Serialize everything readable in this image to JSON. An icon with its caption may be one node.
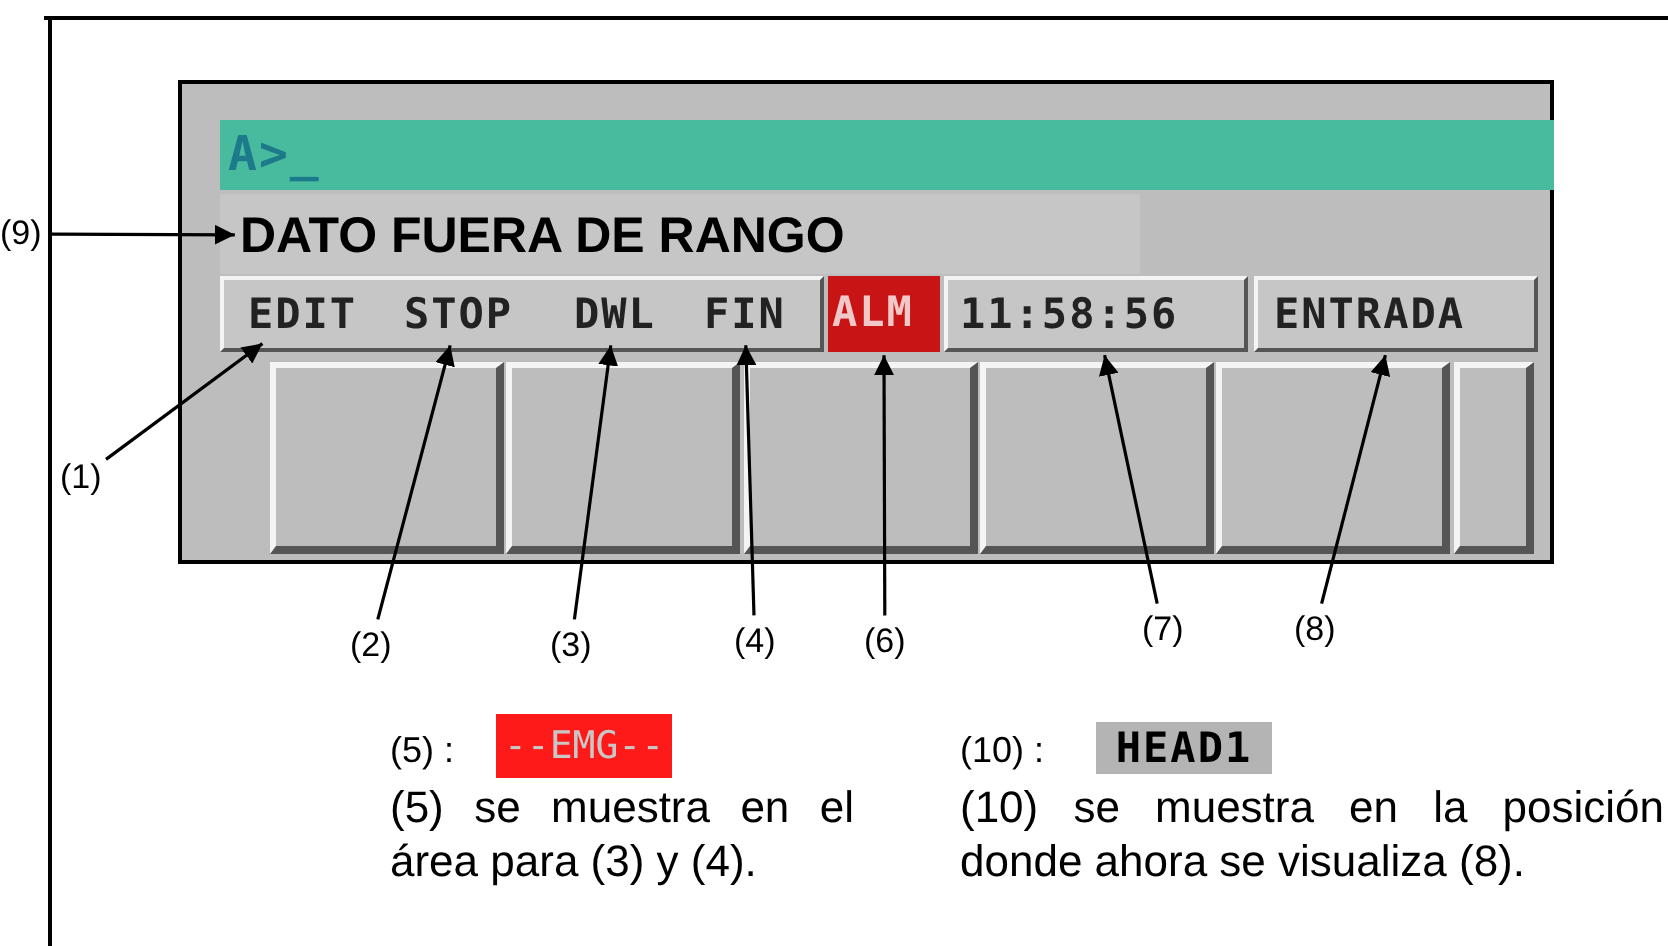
{
  "diagram": {
    "nodes": [
      {
        "text": [
          "(9)"
        ]
      },
      {
        "text": [
          "DATO FUERA DE RANGO"
        ]
      },
      {
        "text": [
          "EDIT"
        ]
      },
      {
        "text": [
          "STOP"
        ]
      },
      {
        "text": [
          "DWL"
        ]
      },
      {
        "text": [
          "FIN"
        ]
      },
      {
        "text": [
          "ALM"
        ]
      },
      {
        "text": [
          "11:58:56"
        ]
      },
      {
        "text": [
          "ENTRADA"
        ]
      },
      {
        "text": [
          "(1)"
        ]
      },
      {
        "text": [
          "(2)"
        ]
      },
      {
        "text": [
          "(3)"
        ]
      },
      {
        "text": [
          "(4)"
        ]
      },
      {
        "text": [
          "(6)"
        ]
      },
      {
        "text": [
          "(7)"
        ]
      },
      {
        "text": [
          "(8)"
        ]
      }
    ],
    "edges": [
      {
        "from": 0,
        "to": 1,
        "arrow": "to"
      },
      {
        "from": 9,
        "to": 2,
        "arrow": "to"
      },
      {
        "from": 10,
        "to": 3,
        "arrow": "to"
      },
      {
        "from": 11,
        "to": 4,
        "arrow": "to"
      },
      {
        "from": 12,
        "to": 5,
        "arrow": "to"
      },
      {
        "from": 13,
        "to": 6,
        "arrow": "to"
      },
      {
        "from": 14,
        "to": 7,
        "arrow": "to"
      },
      {
        "from": 15,
        "to": 8,
        "arrow": "to"
      }
    ],
    "labels": [
      "A>_",
      "(5) :",
      "--EMG--",
      "(5) se muestra en el área para (3) y (4).",
      "(10) :",
      "HEAD1",
      "(10) se muestra en la posición donde ahora se visualiza (8)."
    ]
  }
}
